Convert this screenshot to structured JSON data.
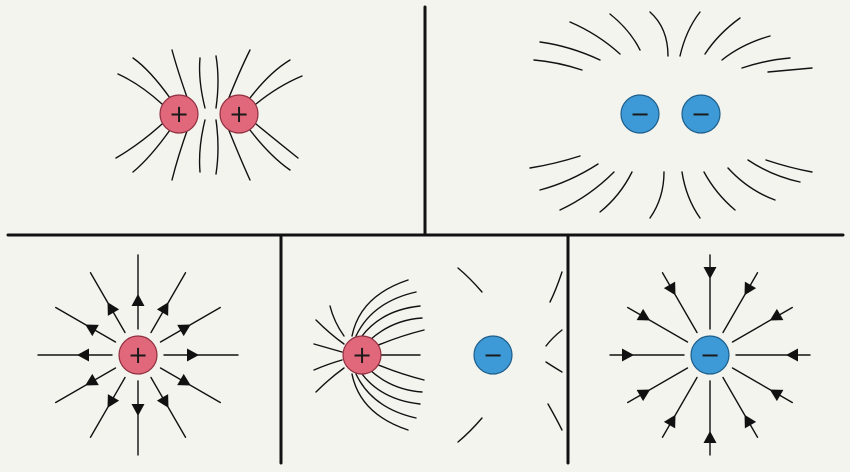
{
  "colors": {
    "background": "#f4f4ef",
    "line": "#111111",
    "positive_fill": "#e0687a",
    "positive_stroke": "#8f3040",
    "negative_fill": "#3d9ad6",
    "negative_stroke": "#1d5e8a",
    "sign_color": "#1a1a1a"
  },
  "symbols": {
    "positive": "+",
    "negative": "−"
  },
  "panels": [
    {
      "id": "two-positive-charges",
      "charges": [
        "positive",
        "positive"
      ]
    },
    {
      "id": "two-negative-charges",
      "charges": [
        "negative",
        "negative"
      ]
    },
    {
      "id": "single-positive-charge",
      "charges": [
        "positive"
      ],
      "arrows": "outward"
    },
    {
      "id": "positive-negative-dipole",
      "charges": [
        "positive",
        "negative"
      ]
    },
    {
      "id": "single-negative-charge",
      "charges": [
        "negative"
      ],
      "arrows": "inward"
    }
  ]
}
